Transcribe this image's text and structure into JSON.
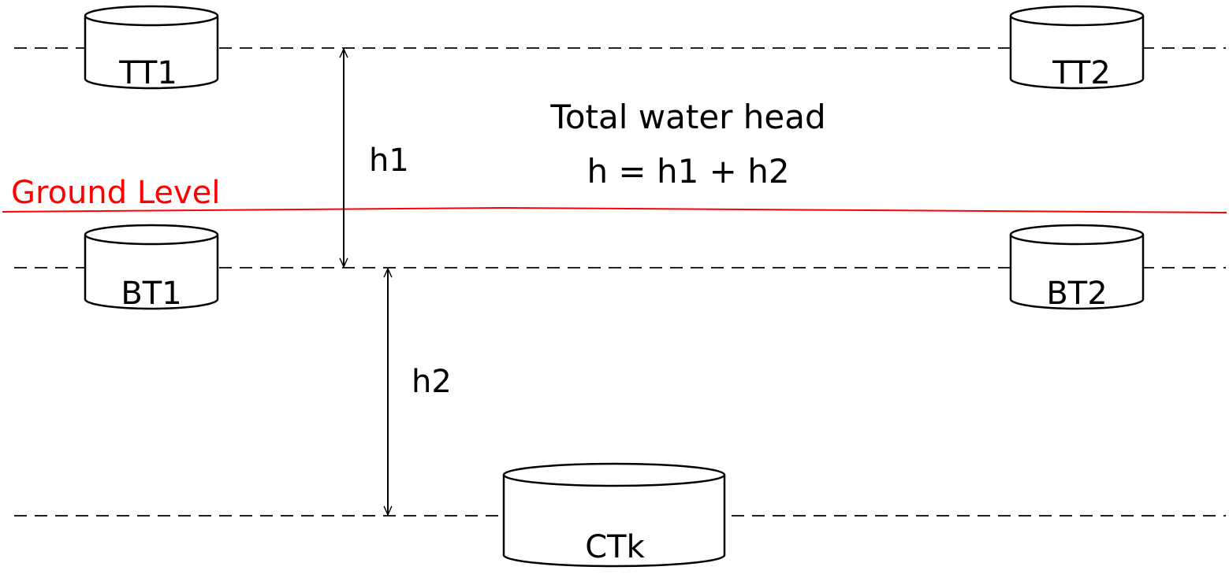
{
  "ground_level": {
    "label": "Ground Level",
    "color": "#ff0000"
  },
  "tanks": {
    "tt1": "TT1",
    "tt2": "TT2",
    "bt1": "BT1",
    "bt2": "BT2",
    "ctk": "CTk"
  },
  "heights": {
    "h1": "h1",
    "h2": "h2"
  },
  "total_head": {
    "title": "Total water head",
    "formula": "h = h1 + h2"
  }
}
